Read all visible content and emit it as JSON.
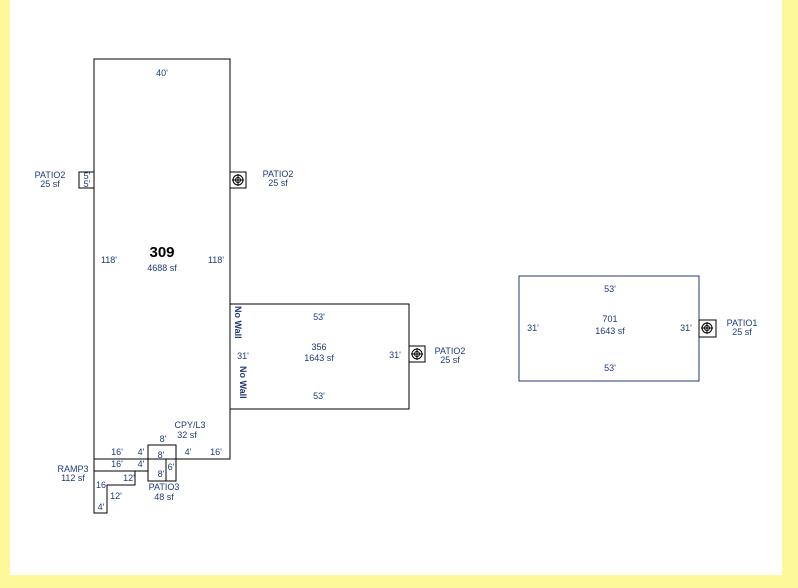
{
  "colors": {
    "background": "#fdf99a",
    "canvas": "#ffffff",
    "ink": "#1f3a7a",
    "line": "#000000"
  },
  "main": {
    "area": "309",
    "sf": "4688 sf",
    "top": "40'",
    "left": "118'",
    "right": "118'"
  },
  "patio2_left": {
    "name": "PATIO2",
    "sf": "25 sf",
    "w": "5'",
    "h": "5'"
  },
  "patio2_right": {
    "name": "PATIO2",
    "sf": "25 sf"
  },
  "sub356": {
    "area": "356",
    "sf": "1643 sf",
    "top": "53'",
    "bottom": "53'",
    "left": "31'",
    "right": "31'",
    "no_wall_1": "No Wall",
    "no_wall_2": "No Wall"
  },
  "patio2_356": {
    "name": "PATIO2",
    "sf": "25 sf"
  },
  "canopy": {
    "name": "CPY/L3",
    "sf": "32 sf"
  },
  "patio3": {
    "name": "PATIO3",
    "sf": "48 sf"
  },
  "ramp": {
    "name": "RAMP3",
    "sf": "112 sf"
  },
  "bottom_dims": {
    "d16a": "16'",
    "d4a": "4'",
    "d8a": "8'",
    "d8b": "8'",
    "d4b": "4'",
    "d16b": "16'",
    "d16c": "16'",
    "d4c": "4'",
    "d6": "6'",
    "d8c": "8'",
    "d12a": "12'",
    "d16d": "16",
    "d12b": "12'",
    "d4d": "4'"
  },
  "bld701": {
    "area": "701",
    "sf": "1643 sf",
    "top": "53'",
    "bottom": "53'",
    "left": "31'",
    "right": "31'"
  },
  "patio1": {
    "name": "PATIO1",
    "sf": "25 sf"
  }
}
